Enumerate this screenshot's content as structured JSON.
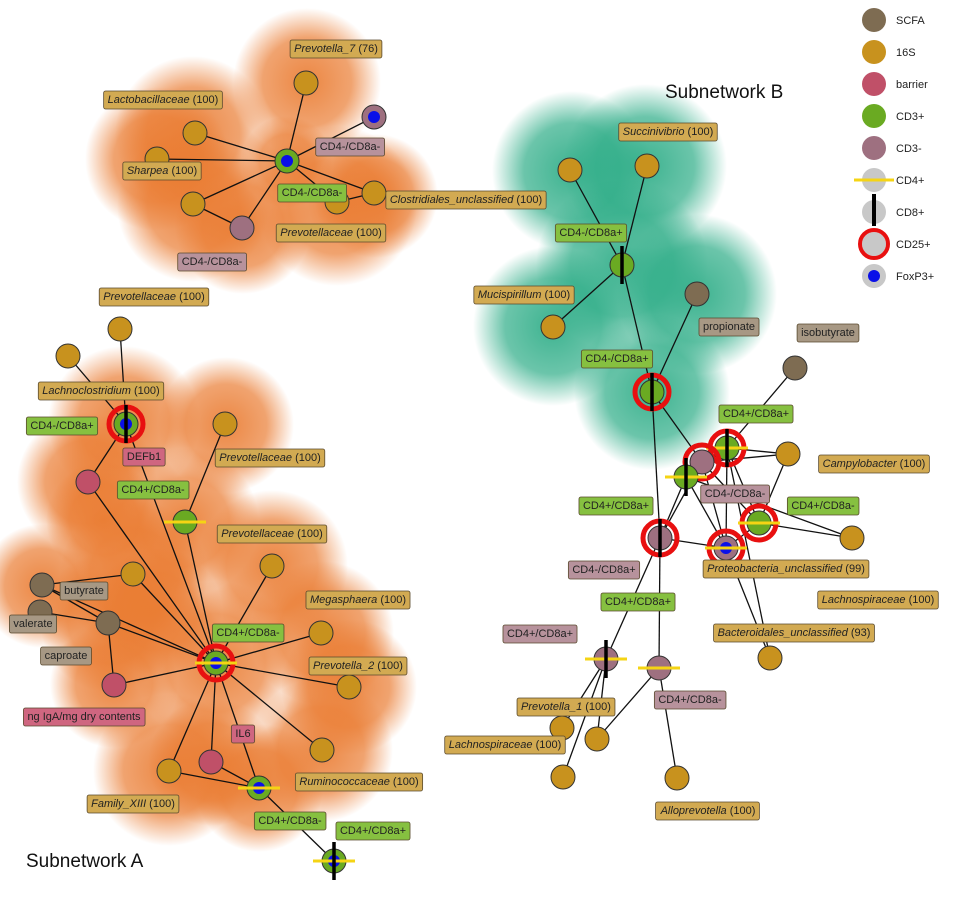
{
  "colors": {
    "scfa": "#7e6c52",
    "s16": "#c8921e",
    "barrier": "#c05068",
    "cd3p": "#6aaa22",
    "cd3m": "#9e7080",
    "cd25": "#e81010",
    "foxp3": "#0a10e8",
    "cd4": "#f5d414",
    "cd8": "#000000",
    "halo_orange": "#ea7c32",
    "halo_green": "#2cac86",
    "box_16s": "#d2aa52",
    "box_cd3p": "#86c040",
    "box_cd3m": "#b7929c",
    "box_scfa": "#a79884",
    "box_barrier": "#cf6680"
  },
  "subnetworks": {
    "a": "Subnetwork A",
    "b": "Subnetwork B"
  },
  "legend": [
    {
      "key": "scfa",
      "label": "SCFA"
    },
    {
      "key": "s16",
      "label": "16S"
    },
    {
      "key": "barrier",
      "label": "barrier"
    },
    {
      "key": "cd3p",
      "label": "CD3+"
    },
    {
      "key": "cd3m",
      "label": "CD3-"
    },
    {
      "key": "cd4",
      "label": "CD4+"
    },
    {
      "key": "cd8",
      "label": "CD8+"
    },
    {
      "key": "cd25",
      "label": "CD25+"
    },
    {
      "key": "foxp3",
      "label": "FoxP3+"
    }
  ],
  "nodes": [
    {
      "id": "t1",
      "cls": "cd3p",
      "foxp3": true
    },
    {
      "id": "m1",
      "cls": "cd3m",
      "foxp3": true
    },
    {
      "id": "m2",
      "cls": "cd3m"
    },
    {
      "id": "s_prev7",
      "cls": "s16"
    },
    {
      "id": "s_lacto",
      "cls": "s16"
    },
    {
      "id": "s_sharpea1",
      "cls": "s16"
    },
    {
      "id": "s_sharpea2",
      "cls": "s16"
    },
    {
      "id": "s_clos",
      "cls": "s16"
    },
    {
      "id": "s_prevA",
      "cls": "s16"
    },
    {
      "id": "t2",
      "cls": "cd3p",
      "cd25": true,
      "foxp3": true,
      "cd8": true
    },
    {
      "id": "b_defb1",
      "cls": "barrier"
    },
    {
      "id": "s_pv_top",
      "cls": "s16"
    },
    {
      "id": "s_lach_a",
      "cls": "s16"
    },
    {
      "id": "s_prevB",
      "cls": "s16"
    },
    {
      "id": "t3",
      "cls": "cd3p",
      "cd4": true
    },
    {
      "id": "s_prevC",
      "cls": "s16"
    },
    {
      "id": "t4",
      "cls": "cd3p",
      "cd25": true,
      "foxp3": true,
      "cd4": true
    },
    {
      "id": "s_mega",
      "cls": "s16"
    },
    {
      "id": "s_prev2",
      "cls": "s16"
    },
    {
      "id": "s_rumi",
      "cls": "s16"
    },
    {
      "id": "s_fam",
      "cls": "s16"
    },
    {
      "id": "s_mid_a",
      "cls": "s16"
    },
    {
      "id": "b_il6",
      "cls": "barrier"
    },
    {
      "id": "b_ig",
      "cls": "barrier"
    },
    {
      "id": "c_but",
      "cls": "scfa"
    },
    {
      "id": "c_cap",
      "cls": "scfa"
    },
    {
      "id": "c_val",
      "cls": "scfa"
    },
    {
      "id": "t5",
      "cls": "cd3p",
      "foxp3": true,
      "cd4": true
    },
    {
      "id": "t6",
      "cls": "cd3p",
      "foxp3": true,
      "cd4": true,
      "cd8": true
    },
    {
      "id": "s_succ1",
      "cls": "s16"
    },
    {
      "id": "s_succ2",
      "cls": "s16"
    },
    {
      "id": "t7",
      "cls": "cd3p",
      "cd8": true
    },
    {
      "id": "s_muc",
      "cls": "s16"
    },
    {
      "id": "c_prop",
      "cls": "scfa"
    },
    {
      "id": "t8",
      "cls": "cd3p",
      "cd25": true,
      "cd8": true
    },
    {
      "id": "c_isob",
      "cls": "scfa"
    },
    {
      "id": "t9",
      "cls": "cd3p",
      "cd25": true,
      "cd4": true,
      "cd8": true
    },
    {
      "id": "m3",
      "cls": "cd3m",
      "cd25": true
    },
    {
      "id": "t10",
      "cls": "cd3p",
      "cd4": true,
      "cd8": true
    },
    {
      "id": "s_camp",
      "cls": "s16"
    },
    {
      "id": "t11",
      "cls": "cd3p",
      "cd25": true,
      "cd4": true
    },
    {
      "id": "s_lach_b1",
      "cls": "s16"
    },
    {
      "id": "m4",
      "cls": "cd3m",
      "cd25": true,
      "foxp3": true,
      "cd4": true
    },
    {
      "id": "m5",
      "cls": "cd3m",
      "cd25": true,
      "cd8": true
    },
    {
      "id": "s_bact",
      "cls": "s16"
    },
    {
      "id": "m6",
      "cls": "cd3m",
      "cd4": true,
      "cd8": true
    },
    {
      "id": "m7",
      "cls": "cd3m",
      "cd4": true
    },
    {
      "id": "s_prev1a",
      "cls": "s16"
    },
    {
      "id": "s_prev1b",
      "cls": "s16"
    },
    {
      "id": "s_lach_b2",
      "cls": "s16"
    },
    {
      "id": "s_allo",
      "cls": "s16"
    }
  ],
  "labels": [
    {
      "id": "L1",
      "text": "Prevotella_7 (76)",
      "cls": "s16",
      "italic": "Prevotella_7",
      "rest": " (76)"
    },
    {
      "id": "L2",
      "text": "Lactobacillaceae (100)",
      "cls": "s16",
      "italic": "Lactobacillaceae",
      "rest": " (100)"
    },
    {
      "id": "L3",
      "text": "CD4-/CD8a-",
      "cls": "cd3m"
    },
    {
      "id": "L4",
      "text": "Sharpea (100)",
      "cls": "s16",
      "italic": "Sharpea",
      "rest": " (100)"
    },
    {
      "id": "L5",
      "text": "CD4-/CD8a-",
      "cls": "cd3p"
    },
    {
      "id": "L6",
      "text": "Clostridiales_unclassified (100)",
      "cls": "s16",
      "italic": "Clostridiales_unclassified",
      "rest": " (100)"
    },
    {
      "id": "L7",
      "text": "Prevotellaceae (100)",
      "cls": "s16",
      "italic": "Prevotellaceae",
      "rest": " (100)"
    },
    {
      "id": "L8",
      "text": "CD4-/CD8a-",
      "cls": "cd3m"
    },
    {
      "id": "L9",
      "text": "Prevotellaceae (100)",
      "cls": "s16",
      "italic": "Prevotellaceae",
      "rest": " (100)"
    },
    {
      "id": "L10",
      "text": "Lachnoclostridium (100)",
      "cls": "s16",
      "italic": "Lachnoclostridium",
      "rest": " (100)"
    },
    {
      "id": "L11",
      "text": "CD4-/CD8a+",
      "cls": "cd3p"
    },
    {
      "id": "L12",
      "text": "DEFb1",
      "cls": "barrier"
    },
    {
      "id": "L13",
      "text": "Prevotellaceae (100)",
      "cls": "s16",
      "italic": "Prevotellaceae",
      "rest": " (100)"
    },
    {
      "id": "L14",
      "text": "CD4+/CD8a-",
      "cls": "cd3p"
    },
    {
      "id": "L15",
      "text": "Prevotellaceae (100)",
      "cls": "s16",
      "italic": "Prevotellaceae",
      "rest": " (100)"
    },
    {
      "id": "L16",
      "text": "butyrate",
      "cls": "scfa"
    },
    {
      "id": "L17",
      "text": "valerate",
      "cls": "scfa"
    },
    {
      "id": "L18",
      "text": "caproate",
      "cls": "scfa"
    },
    {
      "id": "L19",
      "text": "Megasphaera (100)",
      "cls": "s16",
      "italic": "Megasphaera",
      "rest": " (100)"
    },
    {
      "id": "L20",
      "text": "CD4+/CD8a-",
      "cls": "cd3p"
    },
    {
      "id": "L21",
      "text": "Prevotella_2 (100)",
      "cls": "s16",
      "italic": "Prevotella_2",
      "rest": " (100)"
    },
    {
      "id": "L22",
      "text": "ng IgA/mg dry contents",
      "cls": "barrier"
    },
    {
      "id": "L23",
      "text": "IL6",
      "cls": "barrier"
    },
    {
      "id": "L24",
      "text": "Ruminococcaceae (100)",
      "cls": "s16",
      "italic": "Ruminococcaceae",
      "rest": " (100)"
    },
    {
      "id": "L25",
      "text": "Family_XIII (100)",
      "cls": "s16",
      "italic": "Family_XIII",
      "rest": " (100)"
    },
    {
      "id": "L26",
      "text": "CD4+/CD8a-",
      "cls": "cd3p"
    },
    {
      "id": "L27",
      "text": "CD4+/CD8a+",
      "cls": "cd3p"
    },
    {
      "id": "L28",
      "text": "Succinivibrio (100)",
      "cls": "s16",
      "italic": "Succinivibrio",
      "rest": " (100)"
    },
    {
      "id": "L29",
      "text": "CD4-/CD8a+",
      "cls": "cd3p"
    },
    {
      "id": "L30",
      "text": "Mucispirillum (100)",
      "cls": "s16",
      "italic": "Mucispirillum",
      "rest": " (100)"
    },
    {
      "id": "L31",
      "text": "propionate",
      "cls": "scfa"
    },
    {
      "id": "L32",
      "text": "CD4-/CD8a+",
      "cls": "cd3p"
    },
    {
      "id": "L33",
      "text": "isobutyrate",
      "cls": "scfa"
    },
    {
      "id": "L34",
      "text": "CD4+/CD8a+",
      "cls": "cd3p"
    },
    {
      "id": "L35",
      "text": "Campylobacter (100)",
      "cls": "s16",
      "italic": "Campylobacter",
      "rest": " (100)"
    },
    {
      "id": "L36",
      "text": "CD4-/CD8a-",
      "cls": "cd3m"
    },
    {
      "id": "L37",
      "text": "CD4+/CD8a+",
      "cls": "cd3p"
    },
    {
      "id": "L38",
      "text": "CD4+/CD8a-",
      "cls": "cd3p"
    },
    {
      "id": "L39",
      "text": "CD4-/CD8a+",
      "cls": "cd3m"
    },
    {
      "id": "L40",
      "text": "Proteobacteria_unclassified (99)",
      "cls": "s16",
      "italic": "Proteobacteria_unclassified",
      "rest": " (99)"
    },
    {
      "id": "L41",
      "text": "Lachnospiraceae (100)",
      "cls": "s16",
      "italic": "Lachnospiraceae",
      "rest": " (100)"
    },
    {
      "id": "L42",
      "text": "CD4+/CD8a+",
      "cls": "cd3p"
    },
    {
      "id": "L43",
      "text": "Bacteroidales_unclassified (93)",
      "cls": "s16",
      "italic": "Bacteroidales_unclassified",
      "rest": " (93)"
    },
    {
      "id": "L44",
      "text": "CD4+/CD8a+",
      "cls": "cd3m"
    },
    {
      "id": "L45",
      "text": "CD4+/CD8a-",
      "cls": "cd3m"
    },
    {
      "id": "L46",
      "text": "Prevotella_1 (100)",
      "cls": "s16",
      "italic": "Prevotella_1",
      "rest": " (100)"
    },
    {
      "id": "L47",
      "text": "Lachnospiraceae (100)",
      "cls": "s16",
      "italic": "Lachnospiraceae",
      "rest": " (100)"
    },
    {
      "id": "L48",
      "text": "Alloprevotella (100)",
      "cls": "s16",
      "italic": "Alloprevotella",
      "rest": " (100)"
    }
  ],
  "edges": [
    [
      "t1",
      "s_prev7"
    ],
    [
      "t1",
      "s_lacto"
    ],
    [
      "t1",
      "s_sharpea1"
    ],
    [
      "t1",
      "s_sharpea2"
    ],
    [
      "t1",
      "m1"
    ],
    [
      "t1",
      "m2"
    ],
    [
      "t1",
      "s_clos"
    ],
    [
      "t1",
      "s_prevA"
    ],
    [
      "s_sharpea2",
      "m2"
    ],
    [
      "s_prevA",
      "s_clos"
    ],
    [
      "t2",
      "s_pv_top"
    ],
    [
      "t2",
      "s_lach_a"
    ],
    [
      "t2",
      "b_defb1"
    ],
    [
      "t2",
      "t4"
    ],
    [
      "b_defb1",
      "t4"
    ],
    [
      "t3",
      "s_prevB"
    ],
    [
      "t3",
      "t4"
    ],
    [
      "t4",
      "s_prevC"
    ],
    [
      "t4",
      "s_mega"
    ],
    [
      "t4",
      "s_prev2"
    ],
    [
      "t4",
      "s_rumi"
    ],
    [
      "t4",
      "s_fam"
    ],
    [
      "t4",
      "s_mid_a"
    ],
    [
      "t4",
      "b_il6"
    ],
    [
      "t4",
      "b_ig"
    ],
    [
      "t4",
      "c_but"
    ],
    [
      "t4",
      "c_cap"
    ],
    [
      "t4",
      "t5"
    ],
    [
      "s_mid_a",
      "c_but"
    ],
    [
      "c_but",
      "c_cap"
    ],
    [
      "c_cap",
      "c_val"
    ],
    [
      "c_cap",
      "b_ig"
    ],
    [
      "b_il6",
      "t5"
    ],
    [
      "s_fam",
      "t5"
    ],
    [
      "t5",
      "t6"
    ],
    [
      "t7",
      "s_succ1"
    ],
    [
      "t7",
      "s_succ2"
    ],
    [
      "t7",
      "s_muc"
    ],
    [
      "t7",
      "t8"
    ],
    [
      "t8",
      "c_prop"
    ],
    [
      "t8",
      "m5"
    ],
    [
      "t8",
      "m3"
    ],
    [
      "t9",
      "c_isob"
    ],
    [
      "t9",
      "s_camp"
    ],
    [
      "t9",
      "m3"
    ],
    [
      "t9",
      "t10"
    ],
    [
      "t9",
      "t11"
    ],
    [
      "t9",
      "m4"
    ],
    [
      "t9",
      "s_bact"
    ],
    [
      "m3",
      "t10"
    ],
    [
      "m3",
      "t11"
    ],
    [
      "m3",
      "s_camp"
    ],
    [
      "m3",
      "m4"
    ],
    [
      "m3",
      "m5"
    ],
    [
      "t10",
      "m5"
    ],
    [
      "t10",
      "m4"
    ],
    [
      "t10",
      "s_lach_b1"
    ],
    [
      "t11",
      "m4"
    ],
    [
      "t11",
      "s_lach_b1"
    ],
    [
      "t11",
      "s_camp"
    ],
    [
      "m4",
      "m5"
    ],
    [
      "m4",
      "s_bact"
    ],
    [
      "m5",
      "m6"
    ],
    [
      "m5",
      "m7"
    ],
    [
      "m6",
      "s_prev1a"
    ],
    [
      "m6",
      "s_prev1b"
    ],
    [
      "m6",
      "s_lach_b2"
    ],
    [
      "m7",
      "s_prev1b"
    ],
    [
      "m7",
      "s_allo"
    ]
  ]
}
